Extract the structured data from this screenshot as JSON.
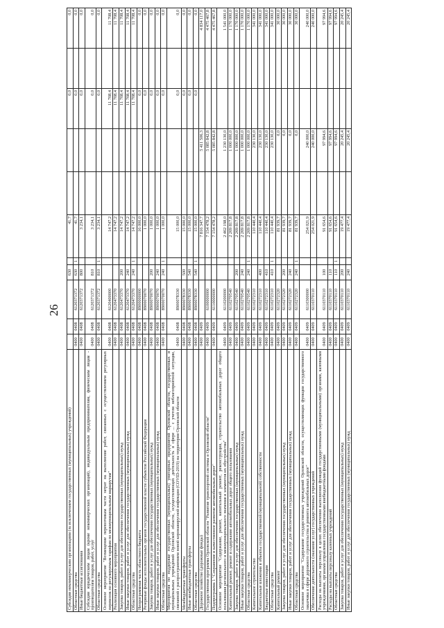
{
  "page_number": "26",
  "rows": [
    {
      "name": "Субсидии некоммерческим организациям (за исключением государственных (муниципальных) учреждений)",
      "a": "",
      "b": "",
      "c": "",
      "d": "630",
      "e": "",
      "f": "41,7",
      "g": "",
      "h": "",
      "i": "0,0",
      "j": "",
      "k": "0,0"
    },
    {
      "name": "Областные средства",
      "a": "0400",
      "b": "0408",
      "c": "6120371372",
      "d": "630",
      "e": "1",
      "f": "41,7",
      "g": "",
      "h": "",
      "i": "0,0",
      "j": "",
      "k": "0,0"
    },
    {
      "name": "Иные бюджетные ассигнования",
      "a": "0400",
      "b": "0408",
      "c": "6120371372",
      "d": "800",
      "e": "",
      "f": "3 234,1",
      "g": "",
      "h": "",
      "i": "0,0",
      "j": "",
      "k": "0,0"
    },
    {
      "name": "Субсидии юридическим лицам (кроме некоммерческих организаций), индивидуальным предпринимателям, физическим лицам - производителям товаров, работ, услуг",
      "a": "0400",
      "b": "0408",
      "c": "6120371372",
      "d": "810",
      "e": "",
      "f": "3 234,1",
      "g": "",
      "h": "",
      "i": "0,0",
      "j": "",
      "k": "0,0"
    },
    {
      "name": "Областные средства",
      "a": "0400",
      "b": "0408",
      "c": "6120371372",
      "d": "810",
      "e": "1",
      "f": "3 234,1",
      "g": "",
      "h": "",
      "i": "0,0",
      "j": "",
      "k": "0,0"
    },
    {
      "name": "Основное мероприятие \"Возмещение перевозчикам части затрат на выполнение работ, связанных с осуществлением регулярных перевозок по регулируемым тарифам по межмуниципальным маршрутам\"",
      "a": "0400",
      "b": "0408",
      "c": "6120400000",
      "d": "",
      "e": "",
      "f": "14 747,2",
      "g": "",
      "h": "",
      "i": "11 708,4",
      "j": "",
      "k": "11 708,4"
    },
    {
      "name": "Реализация основного мероприятия",
      "a": "0400",
      "b": "0408",
      "c": "6120473370",
      "d": "",
      "e": "",
      "f": "14 747,2",
      "g": "",
      "h": "",
      "i": "11 708,4",
      "j": "",
      "k": "11 708,4"
    },
    {
      "name": "Закупка товаров, работ и услуг для обеспечения государственных (муниципальных) нужд",
      "a": "0400",
      "b": "0408",
      "c": "6120473370",
      "d": "200",
      "e": "",
      "f": "14 747,2",
      "g": "",
      "h": "",
      "i": "11 708,4",
      "j": "",
      "k": "11 708,4"
    },
    {
      "name": "Иные закупки товаров, работ и услуг для обеспечения государственных (муниципальных) нужд",
      "a": "0400",
      "b": "0408",
      "c": "6120473370",
      "d": "240",
      "e": "",
      "f": "14 747,2",
      "g": "",
      "h": "",
      "i": "11 708,4",
      "j": "",
      "k": "11 708,4"
    },
    {
      "name": "Областные средства",
      "a": "0400",
      "b": "0408",
      "c": "6120473370",
      "d": "240",
      "e": "1",
      "f": "14 747,2",
      "g": "",
      "h": "",
      "i": "11 708,4",
      "j": "",
      "k": "11 708,4"
    },
    {
      "name": "Непрограммная часть областного бюджета",
      "a": "0400",
      "b": "0408",
      "c": "8900000000",
      "d": "",
      "e": "",
      "f": "16 000,0",
      "g": "",
      "h": "",
      "i": "0,0",
      "j": "",
      "k": "0,0"
    },
    {
      "name": "Резервные фонды исполнительных органов государственной власти субъектов Российской Федерации",
      "a": "0400",
      "b": "0408",
      "c": "8900070070",
      "d": "",
      "e": "",
      "f": "1 000,0",
      "g": "",
      "h": "",
      "i": "0,0",
      "j": "",
      "k": "0,0"
    },
    {
      "name": "Закупка товаров, работ и услуг для обеспечения государственных (муниципальных) нужд",
      "a": "0400",
      "b": "0408",
      "c": "8900070070",
      "d": "200",
      "e": "",
      "f": "1 000,0",
      "g": "",
      "h": "",
      "i": "0,0",
      "j": "",
      "k": "0,0"
    },
    {
      "name": "Иные закупки товаров, работ и услуг для обеспечения государственных (муниципальных) нужд",
      "a": "0400",
      "b": "0408",
      "c": "8900070070",
      "d": "240",
      "e": "",
      "f": "1 000,0",
      "g": "",
      "h": "",
      "i": "0,0",
      "j": "",
      "k": "0,0"
    },
    {
      "name": "Областные средства",
      "a": "0400",
      "b": "0408",
      "c": "8900070070",
      "d": "240",
      "e": "1",
      "f": "1 000,0",
      "g": "",
      "h": "",
      "i": "0,0",
      "j": "",
      "k": "0,0"
    },
    {
      "name": "Мероприятия по поддержке государственных (муниципальных) унитарных предприятий Орловской области, государственных и муниципальных учреждений Орловской области, осуществляющих деятельность в сфере ... с учетом неблагоприятной ситуации, связанной с распространением новой коронавирусной инфекции (COVID-2019) на территории Орловской области",
      "a": "0400",
      "b": "0408",
      "c": "8900078330",
      "d": "",
      "e": "",
      "f": "15 000,0",
      "g": "",
      "h": "",
      "i": "0,0",
      "j": "",
      "k": "0,0"
    },
    {
      "name": "Межбюджетные трансферты",
      "a": "0400",
      "b": "0408",
      "c": "8900078330",
      "d": "500",
      "e": "",
      "f": "15 000,0",
      "g": "",
      "h": "",
      "i": "0,0",
      "j": "",
      "k": "0,0"
    },
    {
      "name": "Иные межбюджетные трансферты",
      "a": "0400",
      "b": "0408",
      "c": "8900078330",
      "d": "540",
      "e": "",
      "f": "15 000,0",
      "g": "",
      "h": "",
      "i": "0,0",
      "j": "",
      "k": "0,0"
    },
    {
      "name": "Областные средства",
      "a": "0400",
      "b": "0408",
      "c": "8900078330",
      "d": "540",
      "e": "1",
      "f": "15 000,0",
      "g": "",
      "h": "",
      "i": "0,0",
      "j": "",
      "k": "0,0"
    },
    {
      "name": "Дорожное хозяйство (дорожные фонды)",
      "a": "0400",
      "b": "0409",
      "c": "",
      "d": "",
      "e": "",
      "f": "7 816 347,7",
      "g": "",
      "h": "5 411 506,3",
      "i": "",
      "j": "",
      "k": "4 834 117,0"
    },
    {
      "name": "Государственная программа Орловской области \"Развитие транспортной системы в Орловской области\"",
      "a": "0400",
      "b": "0409",
      "c": "6100000000",
      "d": "",
      "e": "",
      "f": "7 154 478,2",
      "g": "",
      "h": "5 085 842,8",
      "i": "",
      "j": "",
      "k": "4 475 467,8"
    },
    {
      "name": "Подпрограмма 1 \"Сохранение и качественное развитие автомобильных дорог\"",
      "a": "0400",
      "b": "0409",
      "c": "6110000000",
      "d": "",
      "e": "",
      "f": "7 154 478,2",
      "g": "",
      "h": "5 085 842,8",
      "i": "",
      "j": "",
      "k": "4 475 467,8"
    },
    {
      "name": "Основное мероприятие \"Содержание, ремонт, капитальный ремонт, реконструкция, строительство автомобильных дорог общего пользования регионального и межмуниципального значения и элементов их обустройства\"",
      "a": "0400",
      "b": "0409",
      "c": "6110200000",
      "d": "",
      "e": "",
      "f": "2 462 198,0",
      "g": "",
      "h": "1 230 130,0",
      "i": "",
      "j": "",
      "k": "1 541 000,0"
    },
    {
      "name": "Капитальный ремонт, ремонт и содержание автомобильных дорог общего пользования",
      "a": "0400",
      "b": "0409",
      "c": "6110270540",
      "d": "",
      "e": "",
      "f": "2 269 817,8",
      "g": "",
      "h": "1 000 000,0",
      "i": "",
      "j": "",
      "k": "1 170 000,0"
    },
    {
      "name": "Закупка товаров, работ и услуг для обеспечения государственных (муниципальных) нужд",
      "a": "0400",
      "b": "0409",
      "c": "6110270540",
      "d": "200",
      "e": "",
      "f": "2 269 817,8",
      "g": "",
      "h": "1 000 000,0",
      "i": "",
      "j": "",
      "k": "1 170 000,0"
    },
    {
      "name": "Иные закупки товаров, работ и услуг для обеспечения государственных (муниципальных) нужд",
      "a": "0400",
      "b": "0409",
      "c": "6110270540",
      "d": "240",
      "e": "",
      "f": "2 269 817,8",
      "g": "",
      "h": "1 000 000,0",
      "i": "",
      "j": "",
      "k": "1 170 000,0"
    },
    {
      "name": "Областные средства",
      "a": "0400",
      "b": "0409",
      "c": "6110270540",
      "d": "240",
      "e": "1",
      "f": "2 269 817,8",
      "g": "",
      "h": "1 000 000,0",
      "i": "",
      "j": "",
      "k": "1 170 000,0"
    },
    {
      "name": "Капитальное строительство",
      "a": "0400",
      "b": "0409",
      "c": "6110272310",
      "d": "",
      "e": "",
      "f": "110 440,4",
      "g": "",
      "h": "230 130,0",
      "i": "",
      "j": "",
      "k": "341 000,0"
    },
    {
      "name": "Капитальные вложения в объекты государственной (муниципальной) собственности",
      "a": "0400",
      "b": "0409",
      "c": "6110272310",
      "d": "400",
      "e": "",
      "f": "110 440,4",
      "g": "",
      "h": "230 130,0",
      "i": "",
      "j": "",
      "k": "341 000,0"
    },
    {
      "name": "Бюджетные инвестиции",
      "a": "0400",
      "b": "0409",
      "c": "6110272310",
      "d": "410",
      "e": "",
      "f": "110 440,4",
      "g": "",
      "h": "230 130,0",
      "i": "",
      "j": "",
      "k": "341 000,0"
    },
    {
      "name": "Областные средства",
      "a": "0400",
      "b": "0409",
      "c": "6110272310",
      "d": "410",
      "e": "1",
      "f": "110 440,4",
      "g": "",
      "h": "230 130,0",
      "i": "",
      "j": "",
      "k": "341 000,0"
    },
    {
      "name": "Капитальный ремонт",
      "a": "0400",
      "b": "0409",
      "c": "6110272320",
      "d": "",
      "e": "",
      "f": "81 939,7",
      "g": "",
      "h": "0,0",
      "i": "",
      "j": "",
      "k": "30 000,0"
    },
    {
      "name": "Закупка товаров, работ и услуг для обеспечения государственных (муниципальных) нужд",
      "a": "0400",
      "b": "0409",
      "c": "6110272320",
      "d": "200",
      "e": "",
      "f": "81 939,7",
      "g": "",
      "h": "0,0",
      "i": "",
      "j": "",
      "k": "30 000,0"
    },
    {
      "name": "Иные закупки товаров, работ и услуг для обеспечения государственных (муниципальных) нужд",
      "a": "0400",
      "b": "0409",
      "c": "6110272320",
      "d": "240",
      "e": "",
      "f": "81 939,7",
      "g": "",
      "h": "0,0",
      "i": "",
      "j": "",
      "k": "30 000,0"
    },
    {
      "name": "Областные средства",
      "a": "0400",
      "b": "0409",
      "c": "6110272320",
      "d": "240",
      "e": "1",
      "f": "81 939,7",
      "g": "",
      "h": "0,0",
      "i": "",
      "j": "",
      "k": "30 000,0"
    },
    {
      "name": "Основное мероприятие \"Содержание государственных учреждений Орловской области, осуществляющих функции государственного заказчика в сфере дорожного строительства и ремонта автомобильных дорог\"",
      "a": "0400",
      "b": "0409",
      "c": "6110300000",
      "d": "",
      "e": "",
      "f": "254 021,9",
      "g": "",
      "h": "240 000,0",
      "i": "",
      "j": "",
      "k": "240 000,0"
    },
    {
      "name": "Обеспечение деятельности (оказание услуг) государственных учреждений",
      "a": "0400",
      "b": "0409",
      "c": "6110370110",
      "d": "",
      "e": "",
      "f": "254 021,9",
      "g": "",
      "h": "240 000,0",
      "i": "",
      "j": "",
      "k": "240 000,0"
    },
    {
      "name": "Расходы на выплаты персоналу в целях обеспечения выполнения функций государственными (муниципальными) органами, казенными учреждениями, органами управления государственными внебюджетными фондами",
      "a": "0400",
      "b": "0409",
      "c": "6110370110",
      "d": "100",
      "e": "",
      "f": "91 654,6",
      "g": "",
      "h": "97 994,6",
      "i": "",
      "j": "",
      "k": "97 994,6"
    },
    {
      "name": "Расходы на выплаты персоналу казенных учреждений",
      "a": "0400",
      "b": "0409",
      "c": "6110370110",
      "d": "110",
      "e": "",
      "f": "91 654,6",
      "g": "",
      "h": "97 994,6",
      "i": "",
      "j": "",
      "k": "97 994,6"
    },
    {
      "name": "Областные средства",
      "a": "0400",
      "b": "0409",
      "c": "6110370110",
      "d": "110",
      "e": "1",
      "f": "91 654,6",
      "g": "",
      "h": "97 994,6",
      "i": "",
      "j": "",
      "k": "97 994,6"
    },
    {
      "name": "Закупка товаров, работ и услуг для обеспечения государственных (муниципальных) нужд",
      "a": "0400",
      "b": "0409",
      "c": "6110370110",
      "d": "200",
      "e": "",
      "f": "19 477,4",
      "g": "",
      "h": "20 245,4",
      "i": "",
      "j": "",
      "k": "20 245,4"
    },
    {
      "name": "Иные закупки товаров, работ и услуг для обеспечения государственных (муниципальных) нужд",
      "a": "0400",
      "b": "0409",
      "c": "6110370110",
      "d": "240",
      "e": "",
      "f": "19 477,4",
      "g": "",
      "h": "20 245,4",
      "i": "",
      "j": "",
      "k": "20 245,4"
    }
  ]
}
